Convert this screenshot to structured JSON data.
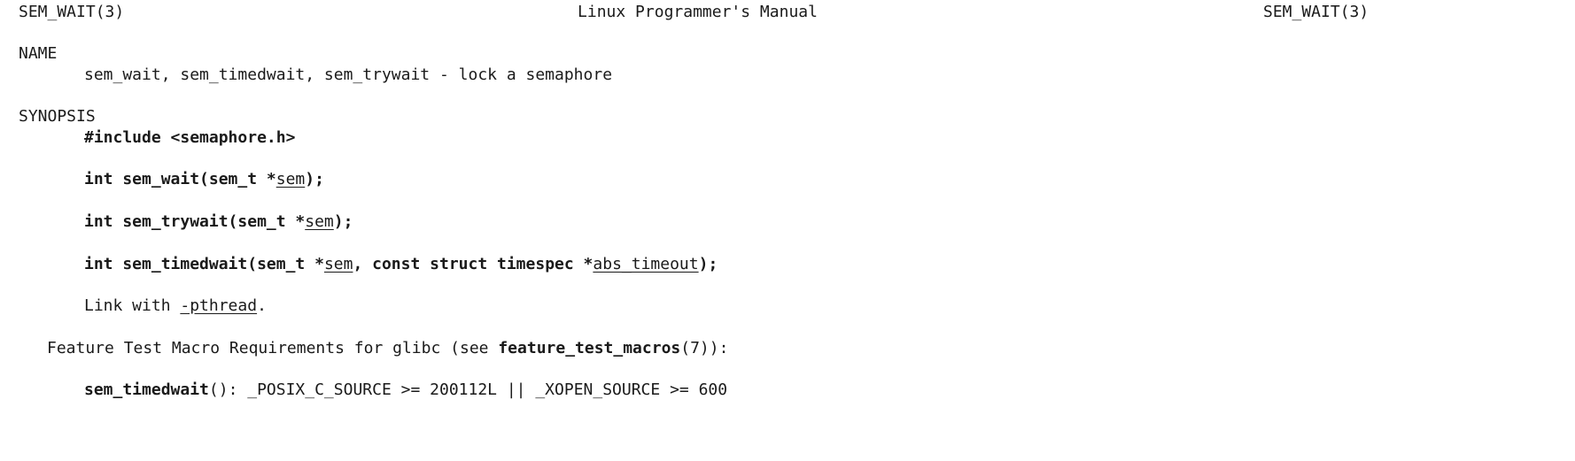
{
  "header": {
    "left": "SEM_WAIT(3)",
    "center": "Linux Programmer's Manual",
    "right": "SEM_WAIT(3)"
  },
  "name_section": {
    "heading": "NAME",
    "text": "sem_wait, sem_timedwait, sem_trywait - lock a semaphore"
  },
  "synopsis": {
    "heading": "SYNOPSIS",
    "include": "#include <semaphore.h>",
    "sem_wait": {
      "pre": "int sem_wait(sem_t *",
      "arg": "sem",
      "post": ");"
    },
    "sem_trywait": {
      "pre": "int sem_trywait(sem_t *",
      "arg": "sem",
      "post": ");"
    },
    "sem_timedwait": {
      "pre": "int sem_timedwait(sem_t *",
      "arg1": "sem",
      "mid": ", const struct timespec *",
      "arg2": "abs_timeout",
      "post": ");"
    },
    "link": {
      "pre": "Link with ",
      "flag": "-pthread",
      "post": "."
    }
  },
  "feature_test": {
    "pre": "Feature Test Macro Requirements for glibc (see ",
    "ref": "feature_test_macros",
    "post": "(7)):",
    "req_func": "sem_timedwait",
    "req_rest": "(): _POSIX_C_SOURCE >= 200112L || _XOPEN_SOURCE >= 600"
  }
}
